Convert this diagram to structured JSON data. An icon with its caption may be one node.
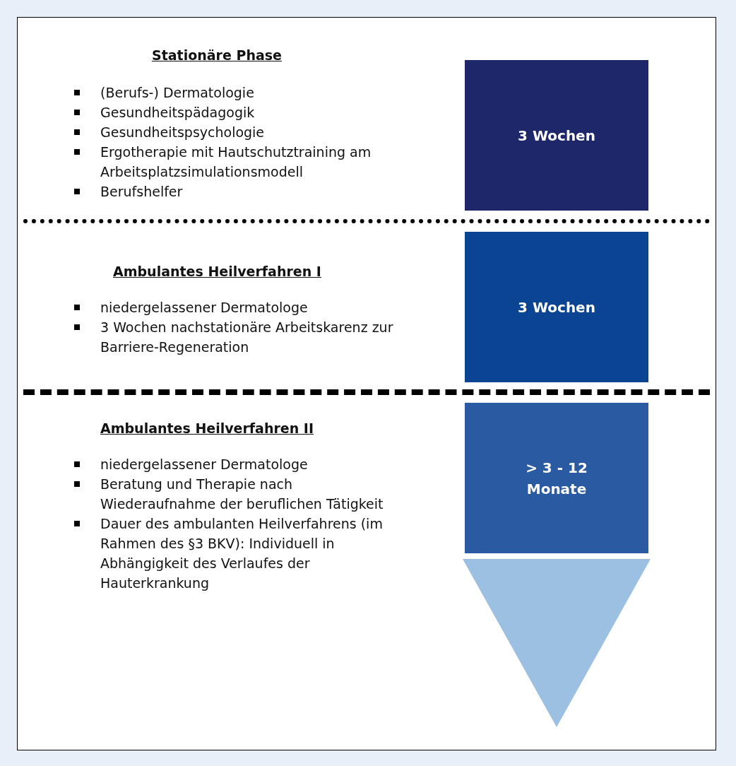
{
  "diagram": {
    "nodes": [
      {
        "text": [
          "3 Wochen"
        ]
      },
      {
        "text": [
          "3 Wochen"
        ]
      },
      {
        "text": [
          "> 3 - 12 Monate"
        ]
      },
      {
        "text": [],
        "shape": "triangle"
      }
    ],
    "edges": [],
    "labels": [
      "Stationäre Phase",
      "(Berufs-) Dermatologie",
      "Gesundheitspädagogik",
      "Gesundheitspsychologie",
      "Ergotherapie mit Hautschutztraining am Arbeitsplatzsimulationsmodell",
      "Berufshelfer",
      "Ambulantes Heilverfahren I",
      "niedergelassener Dermatologe",
      "3 Wochen nachstationäre Arbeitskarenz zur Barriere-Regeneration",
      "Ambulantes Heilverfahren II",
      "niedergelassener Dermatologe",
      "Beratung und Therapie nach Wiederaufnahme der beruflichen Tätigkeit",
      "Dauer des ambulanten Heilverfahrens (im Rahmen des §3 BKV): Individuell in Abhängigkeit des Verlaufes der Hauterkrankung"
    ]
  }
}
